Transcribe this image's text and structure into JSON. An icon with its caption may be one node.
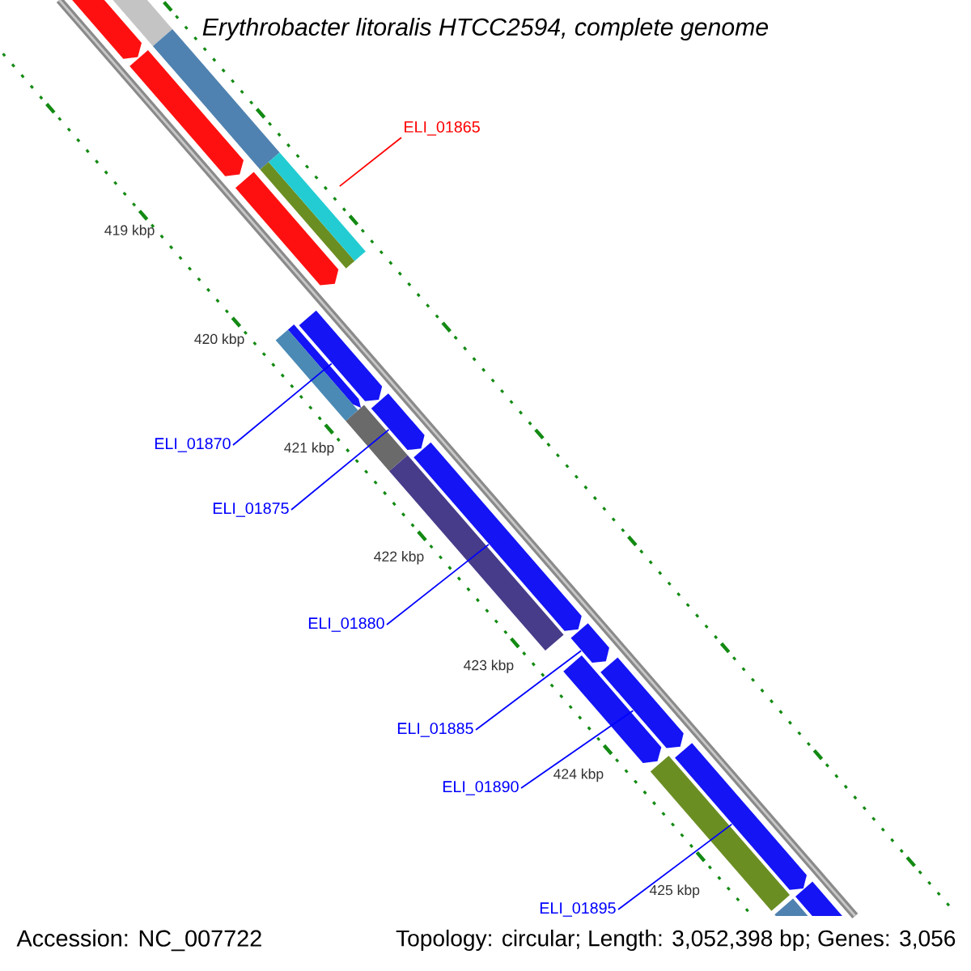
{
  "diagram": {
    "title": "Erythrobacter litoralis HTCC2594, complete genome",
    "nodes": [
      {
        "text": [
          "ELI_01865"
        ]
      },
      {
        "text": [
          "ELI_01870"
        ]
      },
      {
        "text": [
          "ELI_01875"
        ]
      },
      {
        "text": [
          "ELI_01880"
        ]
      },
      {
        "text": [
          "ELI_01885"
        ]
      },
      {
        "text": [
          "ELI_01890"
        ]
      },
      {
        "text": [
          "ELI_01895"
        ]
      },
      {
        "text": [],
        "shape": "bar"
      },
      {
        "text": [],
        "shape": "bar"
      },
      {
        "text": [],
        "shape": "bar"
      },
      {
        "text": [],
        "shape": "bar"
      },
      {
        "text": [],
        "shape": "bar"
      },
      {
        "text": [],
        "shape": "bar"
      },
      {
        "text": [],
        "shape": "bar"
      }
    ],
    "edges": [
      {
        "from": 0,
        "to": 7,
        "arrow": "none",
        "color": "#ff0000"
      },
      {
        "from": 1,
        "to": 8,
        "arrow": "none"
      },
      {
        "from": 2,
        "to": 9,
        "arrow": "none"
      },
      {
        "from": 3,
        "to": 10,
        "arrow": "none"
      },
      {
        "from": 4,
        "to": 11,
        "arrow": "none"
      },
      {
        "from": 5,
        "to": 12,
        "arrow": "none"
      },
      {
        "from": 6,
        "to": 13,
        "arrow": "none"
      }
    ],
    "labels": [
      "419 kbp",
      "420 kbp",
      "421 kbp",
      "422 kbp",
      "423 kbp",
      "424 kbp",
      "425 kbp",
      "Accession: NC_007722",
      "Topology: circular; Length: 3,052,398 bp; Genes: 3,056"
    ]
  }
}
